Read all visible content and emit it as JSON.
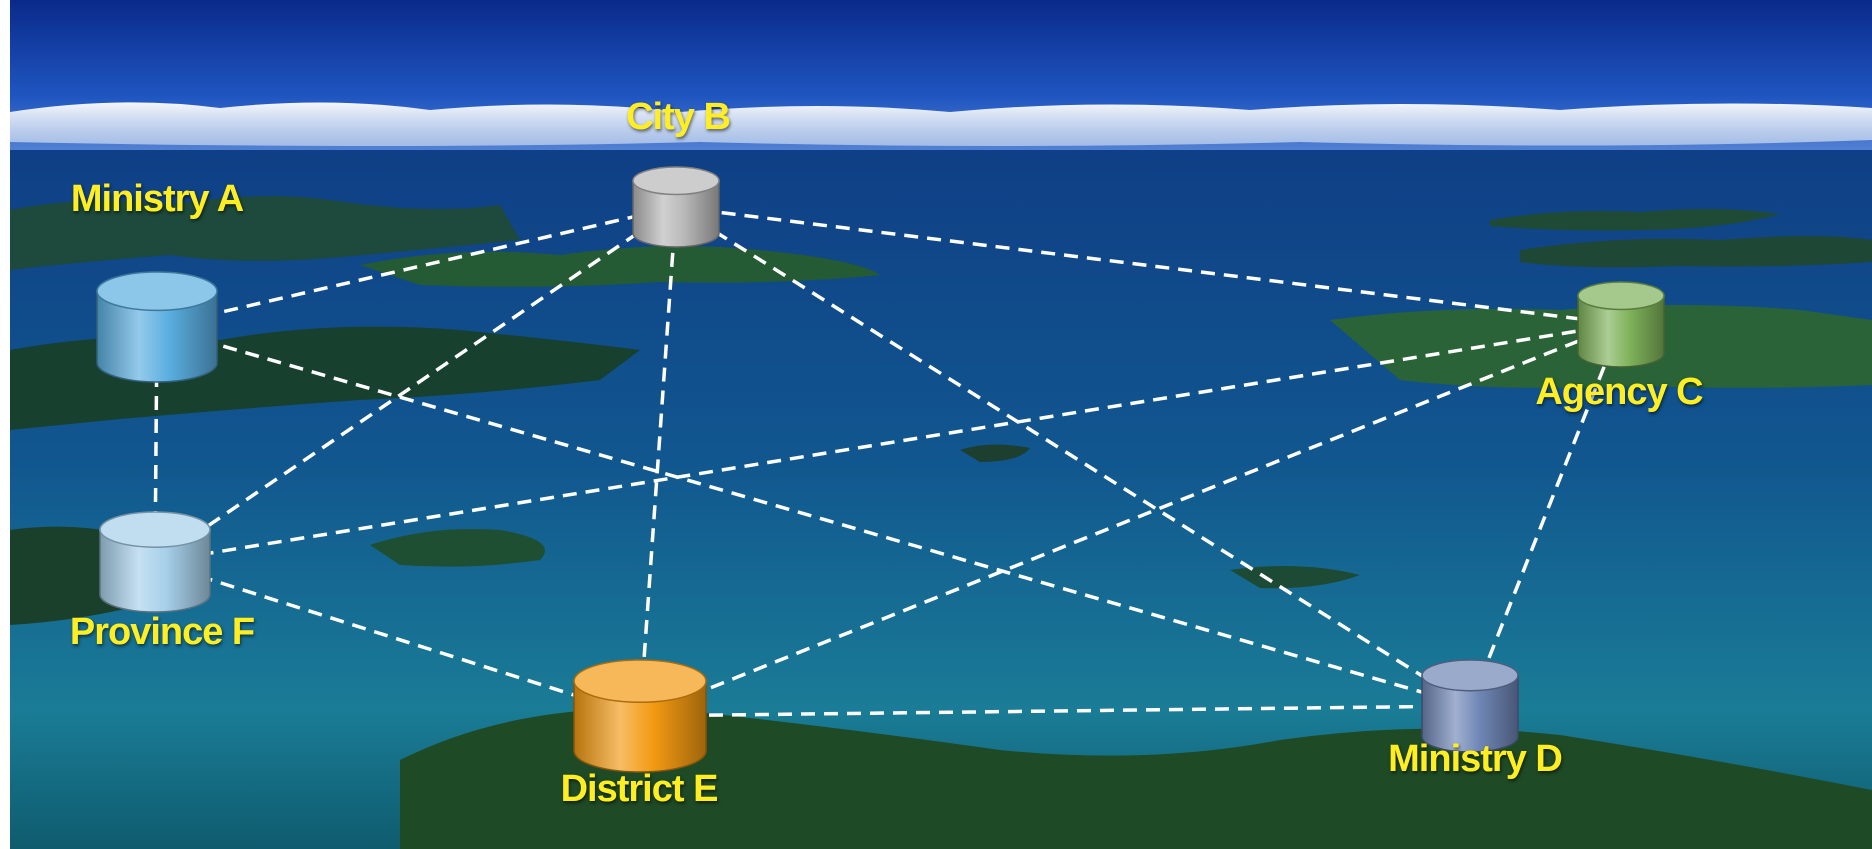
{
  "label_color": "#ffee22",
  "link_color": "#ffffff",
  "nodes": [
    {
      "id": "A",
      "label": "Ministry A",
      "color": "#5aaee0"
    },
    {
      "id": "B",
      "label": "City B",
      "color": "#b8b8b8"
    },
    {
      "id": "C",
      "label": "Agency C",
      "color": "#7fb25a"
    },
    {
      "id": "D",
      "label": "Ministry D",
      "color": "#6f86b5"
    },
    {
      "id": "E",
      "label": "District E",
      "color": "#f39a12"
    },
    {
      "id": "F",
      "label": "Province F",
      "color": "#a7d0ea"
    }
  ],
  "links": [
    [
      "A",
      "B"
    ],
    [
      "A",
      "F"
    ],
    [
      "A",
      "D"
    ],
    [
      "B",
      "C"
    ],
    [
      "B",
      "D"
    ],
    [
      "B",
      "E"
    ],
    [
      "B",
      "F"
    ],
    [
      "C",
      "E"
    ],
    [
      "C",
      "F"
    ],
    [
      "C",
      "D"
    ],
    [
      "F",
      "E"
    ],
    [
      "E",
      "D"
    ]
  ]
}
